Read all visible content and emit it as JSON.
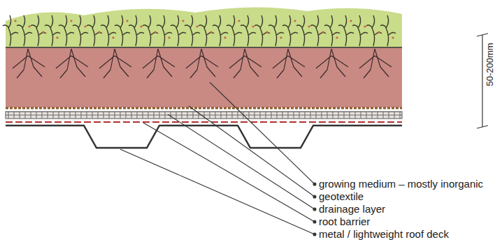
{
  "diagram": {
    "labels": [
      "growing medium – mostly inorganic",
      "geotextile",
      "drainage layer",
      "root barrier",
      "metal / lightweight roof deck",
      "50-200mm"
    ]
  }
}
